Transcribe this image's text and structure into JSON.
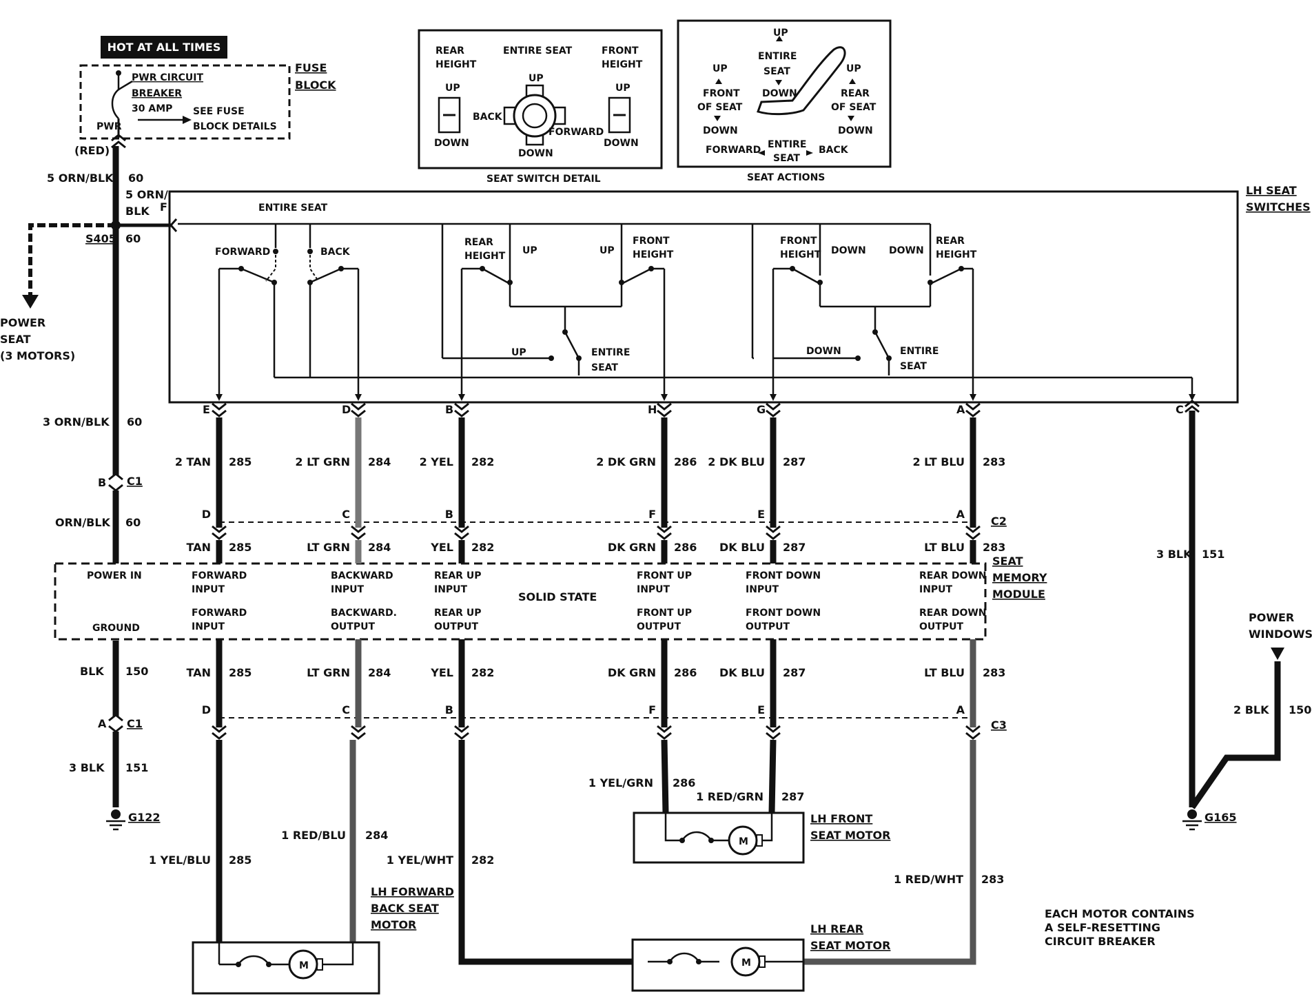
{
  "hot_label": "HOT AT ALL TIMES",
  "fuse_block": {
    "title": [
      "FUSE",
      "BLOCK"
    ],
    "breaker": [
      "PWR CIRCUIT",
      "BREAKER"
    ],
    "amp": "30 AMP",
    "see": [
      "SEE FUSE",
      "BLOCK DETAILS"
    ],
    "pwr": "PWR",
    "red": "(RED)"
  },
  "seat_switch_detail": {
    "caption": "SEAT SWITCH DETAIL",
    "rear_height": [
      "REAR",
      "HEIGHT"
    ],
    "entire_seat": "ENTIRE SEAT",
    "front_height": [
      "FRONT",
      "HEIGHT"
    ],
    "up": "UP",
    "down": "DOWN",
    "back": "BACK",
    "forward": "FORWARD"
  },
  "seat_actions": {
    "caption": "SEAT ACTIONS",
    "center": [
      "UP",
      "ENTIRE",
      "SEAT",
      "DOWN"
    ],
    "front": [
      "UP",
      "FRONT",
      "OF SEAT",
      "DOWN"
    ],
    "rear": [
      "UP",
      "REAR",
      "OF SEAT",
      "DOWN"
    ],
    "forward": "FORWARD",
    "entire": [
      "ENTIRE",
      "SEAT"
    ],
    "back": "BACK"
  },
  "lh_seat_switches": {
    "title": [
      "LH SEAT",
      "SWITCHES"
    ],
    "entire_seat": "ENTIRE SEAT",
    "forward": "FORWARD",
    "back": "BACK",
    "rear_height": [
      "REAR",
      "HEIGHT"
    ],
    "front_height": [
      "FRONT",
      "HEIGHT"
    ],
    "up": "UP",
    "down": "DOWN",
    "entire_pair": [
      "ENTIRE",
      "SEAT"
    ],
    "pin_f": "F"
  },
  "left_feed": {
    "wire_a": "5 ORN/BLK",
    "wire_b": [
      "5 ORN/",
      "BLK"
    ],
    "circuit": "60",
    "splice": "S405",
    "power_seat": [
      "POWER",
      "SEAT",
      "(3 MOTORS)"
    ],
    "wire_c": "3 ORN/BLK",
    "wire_d": "ORN/BLK",
    "blk": "BLK",
    "blk_circuit": "150",
    "ground_wire": "3 BLK",
    "ground_circuit": "151",
    "ground": "G122"
  },
  "connectors": {
    "c1": "C1",
    "c2": "C2",
    "c3": "C3",
    "pin_b": "B",
    "pin_a": "A"
  },
  "switch_pins": [
    "E",
    "D",
    "B",
    "H",
    "G",
    "A",
    "C"
  ],
  "switch_wires": [
    {
      "color": "2 TAN",
      "circuit": "285"
    },
    {
      "color": "2 LT GRN",
      "circuit": "284"
    },
    {
      "color": "2 YEL",
      "circuit": "282"
    },
    {
      "color": "2 DK GRN",
      "circuit": "286"
    },
    {
      "color": "2 DK BLU",
      "circuit": "287"
    },
    {
      "color": "2 LT BLU",
      "circuit": "283"
    }
  ],
  "c2_pins": [
    "D",
    "C",
    "B",
    "F",
    "E",
    "A"
  ],
  "module_wires": [
    {
      "color": "TAN",
      "circuit": "285"
    },
    {
      "color": "LT GRN",
      "circuit": "284"
    },
    {
      "color": "YEL",
      "circuit": "282"
    },
    {
      "color": "DK GRN",
      "circuit": "286"
    },
    {
      "color": "DK BLU",
      "circuit": "287"
    },
    {
      "color": "LT BLU",
      "circuit": "283"
    }
  ],
  "module": {
    "title": [
      "SEAT",
      "MEMORY",
      "MODULE"
    ],
    "power_in": "POWER IN",
    "ground": "GROUND",
    "solid_state": "SOLID STATE",
    "top": [
      [
        "FORWARD",
        "INPUT"
      ],
      [
        "BACKWARD",
        "INPUT"
      ],
      [
        "REAR UP",
        "INPUT"
      ],
      [
        "FRONT UP",
        "INPUT"
      ],
      [
        "FRONT DOWN",
        "INPUT"
      ],
      [
        "REAR DOWN",
        "INPUT"
      ]
    ],
    "bottom": [
      [
        "FORWARD",
        "INPUT"
      ],
      [
        "BACKWARD.",
        "OUTPUT"
      ],
      [
        "REAR UP",
        "OUTPUT"
      ],
      [
        "FRONT UP",
        "OUTPUT"
      ],
      [
        "FRONT DOWN",
        "OUTPUT"
      ],
      [
        "REAR DOWN",
        "OUTPUT"
      ]
    ]
  },
  "c3_pins": [
    "D",
    "C",
    "B",
    "F",
    "E",
    "A"
  ],
  "motor_wires": [
    {
      "color": "1 YEL/BLU",
      "circuit": "285"
    },
    {
      "color": "1 RED/BLU",
      "circuit": "284"
    },
    {
      "color": "1 YEL/WHT",
      "circuit": "282"
    },
    {
      "color": "1 YEL/GRN",
      "circuit": "286"
    },
    {
      "color": "1 RED/GRN",
      "circuit": "287"
    },
    {
      "color": "1 RED/WHT",
      "circuit": "283"
    }
  ],
  "motors": {
    "forward_back": [
      "LH FORWARD",
      "BACK SEAT",
      "MOTOR"
    ],
    "front": [
      "LH FRONT",
      "SEAT MOTOR"
    ],
    "rear": [
      "LH REAR",
      "SEAT MOTOR"
    ],
    "m": "M"
  },
  "right_side": {
    "wire": "3 BLK",
    "circuit": "151",
    "power_windows": [
      "POWER",
      "WINDOWS"
    ],
    "pw_wire": "2 BLK",
    "pw_circuit": "150",
    "ground": "G165"
  },
  "note": [
    "EACH MOTOR CONTAINS",
    "A SELF-RESETTING",
    "CIRCUIT BREAKER"
  ]
}
